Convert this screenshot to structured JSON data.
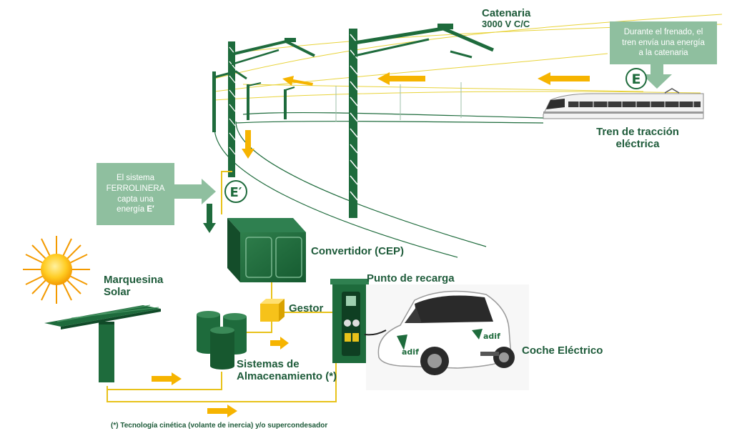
{
  "labels": {
    "catenaria": [
      "Catenaria",
      "3000 V C/C"
    ],
    "tren": [
      "Tren de tracción",
      "eléctrica"
    ],
    "convertidor": "Convertidor (CEP)",
    "punto_recarga": "Punto de recarga",
    "marquesina": [
      "Marquesina",
      "Solar"
    ],
    "gestor": "Gestor",
    "sistemas": [
      "Sistemas de",
      "Almacenamiento (*)"
    ],
    "coche": "Coche Eléctrico"
  },
  "boxes": {
    "frenado": [
      "Durante el frenado, el",
      "tren envía una energía",
      "a la catenaria"
    ],
    "ferrolinera": [
      "El sistema",
      "FERROLINERA",
      "capta una",
      "energía"
    ],
    "ferrolinera_energy": "E′"
  },
  "energy_symbols": {
    "train": "E",
    "system": "E′"
  },
  "brand": "adif",
  "footnote": "(*) Tecnología cinética (volante de inercia) y/o supercondesador",
  "colors": {
    "dark_green": "#1e6b3c",
    "light_green": "#8fbf9f",
    "arrow": "#f6b400",
    "wire": "#e8d33a",
    "text": "#1e5b3a"
  }
}
